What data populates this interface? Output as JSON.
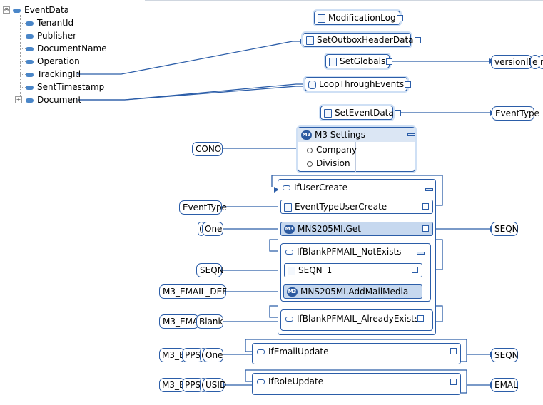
{
  "tree": {
    "root": "EventData",
    "children": [
      "TenantId",
      "Publisher",
      "DocumentName",
      "Operation",
      "TrackingId",
      "SentTimestamp",
      "Document"
    ]
  },
  "nodes": {
    "modification_log": "ModificationLog",
    "set_outbox_header_data": "SetOutboxHeaderData",
    "set_globals": "SetGlobals",
    "loop_through_events": "LoopThroughEvents",
    "set_event_data": "SetEventData"
  },
  "m3_settings": {
    "title": "M3 Settings",
    "company_label": "Company",
    "division_label": "Division"
  },
  "containers": {
    "if_user_create": "IfUserCreate",
    "event_type_user_create": "EventTypeUserCreate",
    "mns205mi_get": "MNS205MI.Get",
    "if_blank_pfmail_not_exists": "IfBlankPFMAIL_NotExists",
    "seqn_1": "SEQN_1",
    "mns205mi_add_mail_media": "MNS205MI.AddMailMedia",
    "if_blank_pfmail_already_exists": "IfBlankPFMAIL_AlreadyExists",
    "if_email_update": "IfEmailUpdate",
    "if_role_update": "IfRoleUpdate"
  },
  "pills": {
    "version_id": "versionID",
    "version_id_tail_1": "e",
    "version_id_tail_2": "r",
    "event_type_out": "EventType",
    "cono": "CONO",
    "event_type_in": "EventType",
    "one_prefix": "(",
    "one": "One",
    "seqn_out_1": "SEQN",
    "seqn_in": "SEQN",
    "m3_email_def": "M3_EMAIL_DEF",
    "m3_ema": "M3_EMA",
    "blank": "Blank",
    "m3_e_1": "M3_E",
    "pps_1": "PPS",
    "paren_1": "(",
    "one_2": "One",
    "seqn_out_2": "SEQN",
    "m3_e_2": "M3_E",
    "pps_2": "PPS",
    "paren_2": "(",
    "usid": "USID",
    "emal_out": "EMAL"
  },
  "icons": {
    "m3_badge": "M3",
    "expander_root": "⊖",
    "expander_document": "+"
  },
  "colors": {
    "wire": "#2b5da8",
    "node_border": "#2b5da8",
    "selected_row": "#c6d8ef",
    "tree_dot": "#4a86c8"
  }
}
